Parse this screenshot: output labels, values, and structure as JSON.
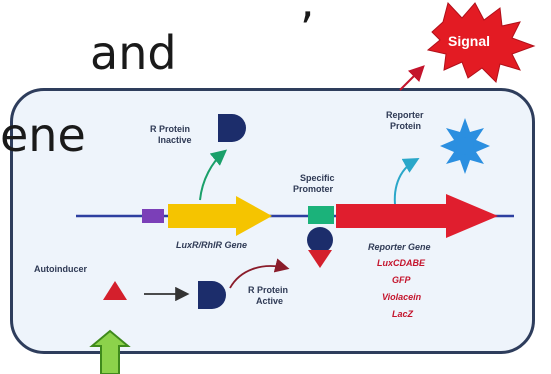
{
  "heading": {
    "line1_partial": ",",
    "line2": "and",
    "line3_partial": "ene"
  },
  "signal_label": "Signal",
  "r_protein_inactive": [
    "R Protein",
    "Inactive"
  ],
  "reporter_protein": [
    "Reporter",
    "Protein"
  ],
  "specific_promoter": [
    "Specific",
    "Promoter"
  ],
  "luxr_gene_label": "LuxR/RhlR Gene",
  "autoinducer_label": "Autoinducer",
  "r_protein_active": [
    "R Protein",
    "Active"
  ],
  "reporter_gene": {
    "title": "Reporter Gene",
    "examples": [
      "LuxCDABE",
      "GFP",
      "Violacein",
      "LacZ"
    ]
  },
  "colors": {
    "cell_fill": "#eef4fb",
    "cell_border": "#2e3d5c",
    "protein_navy": "#1c2d6b",
    "gene_yellow": "#f5c400",
    "reporter_red": "#e01e2e",
    "promoter_green": "#1bb27a",
    "signal_red": "#e31b23",
    "arrow_green": "#8cd24b",
    "reporter_star_blue": "#2b8fe0",
    "dna_line": "#2d3fa0"
  }
}
